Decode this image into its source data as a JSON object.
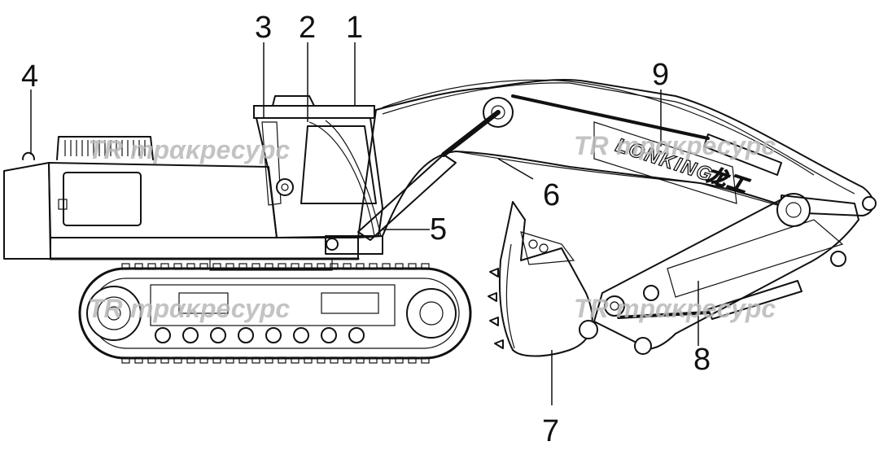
{
  "callouts": [
    {
      "id": "1",
      "label": "1"
    },
    {
      "id": "2",
      "label": "2"
    },
    {
      "id": "3",
      "label": "3"
    },
    {
      "id": "4",
      "label": "4"
    },
    {
      "id": "5",
      "label": "5"
    },
    {
      "id": "6",
      "label": "6"
    },
    {
      "id": "7",
      "label": "7"
    },
    {
      "id": "8",
      "label": "8"
    },
    {
      "id": "9",
      "label": "9"
    }
  ],
  "watermark": {
    "mark": "TR",
    "text": "трακресурс"
  },
  "boom_brand": {
    "text": "LONKING",
    "cn": "龙工"
  },
  "colors": {
    "line": "#111111",
    "background": "#ffffff",
    "watermark": "#b9b9b9"
  }
}
